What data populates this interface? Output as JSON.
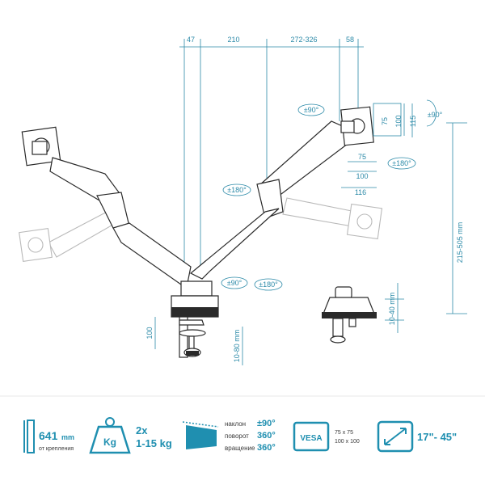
{
  "dimensions": {
    "top": [
      "47",
      "210",
      "272-326",
      "58"
    ],
    "vesa_inner": [
      "75",
      "100",
      "115",
      "75",
      "100",
      "116"
    ],
    "height_range": "215-505 mm",
    "clamp_range": "10-40 mm",
    "base_height": "100",
    "grommet_range": "10-80 mm"
  },
  "rotations": {
    "rot_top": "±90°",
    "rot_vesa": "±90°",
    "rot_180_right": "±180°",
    "rot_180_left": "±180°",
    "rot_base_90": "±90°",
    "rot_base_180": "±180°"
  },
  "specs": {
    "reach_value": "641",
    "reach_unit": "mm",
    "reach_sub": "от крепления",
    "weight_count": "2x",
    "weight_range": "1-15 kg",
    "weight_icon_label": "Kg",
    "tilt_label": "наклон",
    "tilt_value": "±90°",
    "swivel_label": "поворот",
    "swivel_value": "360°",
    "rotation_label": "вращение",
    "rotation_value": "360°",
    "vesa_label": "VESA",
    "vesa_sizes_1": "75 x 75",
    "vesa_sizes_2": "100 x 100",
    "screen_range": "17\"- 45\""
  },
  "colors": {
    "accent": "#1f8fb0",
    "dimension": "#2c8aa8",
    "line": "#2a2a2a"
  }
}
